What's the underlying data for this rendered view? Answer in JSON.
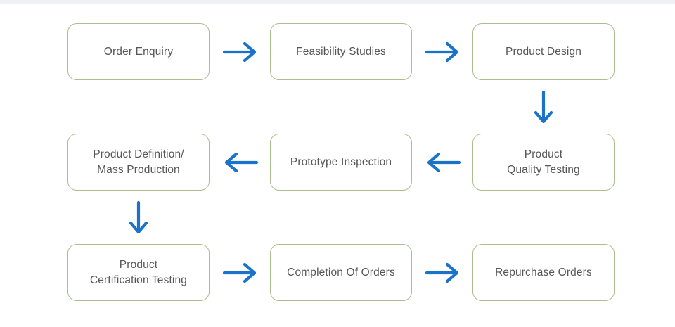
{
  "diagram": {
    "type": "process-flowchart",
    "title": "",
    "colors": {
      "node_border": "#aabf90",
      "node_fill": "#ffffff",
      "node_text": "#565656",
      "arrow": "#1a73c8",
      "background": "#ffffff",
      "top_band": "#f0f1f2"
    },
    "rows": [
      {
        "id": "row-1",
        "direction": "left-to-right",
        "nodes": [
          {
            "id": "order-enquiry",
            "label": "Order Enquiry"
          },
          {
            "id": "feasibility-studies",
            "label": "Feasibility Studies"
          },
          {
            "id": "product-design",
            "label": "Product Design"
          }
        ]
      },
      {
        "id": "row-2",
        "direction": "right-to-left",
        "nodes": [
          {
            "id": "product-definition-mass-production",
            "label": "Product Definition/\nMass Production"
          },
          {
            "id": "prototype-inspection",
            "label": "Prototype Inspection"
          },
          {
            "id": "product-quality-testing",
            "label": "Product\nQuality Testing"
          }
        ]
      },
      {
        "id": "row-3",
        "direction": "left-to-right",
        "nodes": [
          {
            "id": "product-certification-testing",
            "label": "Product\nCertification Testing"
          },
          {
            "id": "completion-of-orders",
            "label": "Completion Of Orders"
          },
          {
            "id": "repurchase-orders",
            "label": "Repurchase Orders"
          }
        ]
      }
    ],
    "connectors": [
      {
        "id": "c1",
        "icon": "arrow-right-icon",
        "from": "order-enquiry",
        "to": "feasibility-studies"
      },
      {
        "id": "c2",
        "icon": "arrow-right-icon",
        "from": "feasibility-studies",
        "to": "product-design"
      },
      {
        "id": "c3",
        "icon": "arrow-down-icon",
        "from": "product-design",
        "to": "product-quality-testing"
      },
      {
        "id": "c4",
        "icon": "arrow-left-icon",
        "from": "product-quality-testing",
        "to": "prototype-inspection"
      },
      {
        "id": "c5",
        "icon": "arrow-left-icon",
        "from": "prototype-inspection",
        "to": "product-definition-mass-production"
      },
      {
        "id": "c6",
        "icon": "arrow-down-icon",
        "from": "product-definition-mass-production",
        "to": "product-certification-testing"
      },
      {
        "id": "c7",
        "icon": "arrow-right-icon",
        "from": "product-certification-testing",
        "to": "completion-of-orders"
      },
      {
        "id": "c8",
        "icon": "arrow-right-icon",
        "from": "completion-of-orders",
        "to": "repurchase-orders"
      }
    ]
  }
}
